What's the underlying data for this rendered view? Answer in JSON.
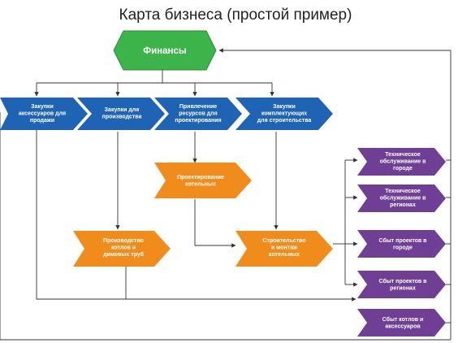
{
  "title": "Карта бизнеса (простой пример)",
  "colors": {
    "green": "#3cb44a",
    "blue": "#1f63b4",
    "orange": "#f08c1c",
    "purple": "#6f3f95",
    "line": "#333333"
  },
  "nodes": {
    "finance": {
      "lines": [
        "Финансы"
      ],
      "color": "green"
    },
    "purchase_accessories": {
      "lines": [
        "Закупки",
        "аксессуаров для",
        "продажи"
      ],
      "color": "blue"
    },
    "purchase_production": {
      "lines": [
        "Закупки для",
        "производства"
      ],
      "color": "blue"
    },
    "design_resources": {
      "lines": [
        "Привлечение",
        "ресурсов для",
        "проектирования"
      ],
      "color": "blue"
    },
    "purchase_components": {
      "lines": [
        "Закупки",
        "комплектующих",
        "для строительства"
      ],
      "color": "blue"
    },
    "boiler_design": {
      "lines": [
        "Проектирование",
        "котельных"
      ],
      "color": "orange"
    },
    "production_boilers": {
      "lines": [
        "Производство",
        "котлов и",
        "димовых труб"
      ],
      "color": "orange"
    },
    "construction": {
      "lines": [
        "Строительство",
        "и монтаж",
        "котельных"
      ],
      "color": "orange"
    },
    "service_city": {
      "lines": [
        "Техническое",
        "обслуживание в",
        "городе"
      ],
      "color": "purple"
    },
    "service_regions": {
      "lines": [
        "Техническое",
        "обслуживание в",
        "регионах"
      ],
      "color": "purple"
    },
    "sales_city": {
      "lines": [
        "Сбыт проектов в",
        "городе"
      ],
      "color": "purple"
    },
    "sales_regions": {
      "lines": [
        "Сбыт проектов в",
        "регионах"
      ],
      "color": "purple"
    },
    "sales_boilers": {
      "lines": [
        "Сбыт котлов и",
        "аксессуаров"
      ],
      "color": "purple"
    }
  }
}
